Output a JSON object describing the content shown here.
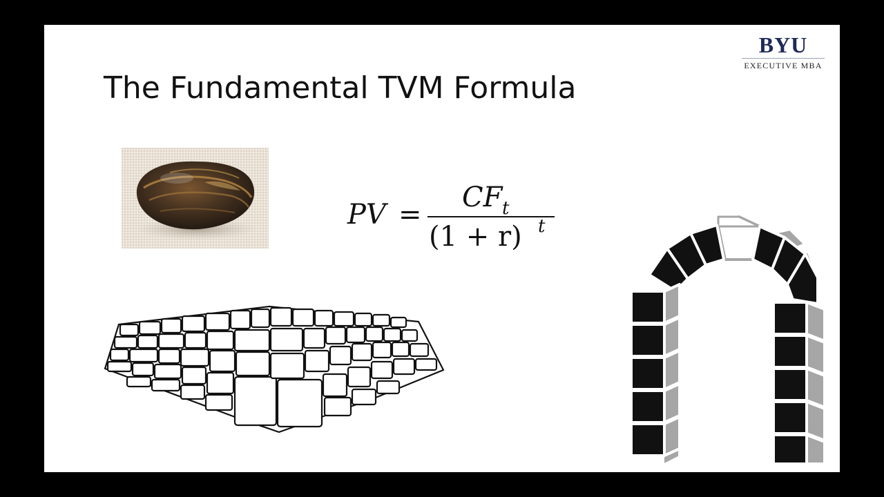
{
  "logo": {
    "name": "BYU",
    "tagline": "EXECUTIVE MBA"
  },
  "slide": {
    "title": "The Fundamental TVM Formula"
  },
  "formula": {
    "lhs": "PV",
    "equals": "=",
    "numerator_main": "CF",
    "numerator_subscript": "t",
    "denominator_main": "(1 + r)",
    "denominator_exponent": "t"
  },
  "images": {
    "stone": "polished-stone-photo",
    "wall": "stone-wall-corner-drawing",
    "arch": "stone-arch-diagram"
  },
  "colors": {
    "background": "#000000",
    "slide": "#ffffff",
    "logo_navy": "#1f2a5a",
    "arch_dark": "#111111",
    "arch_gray": "#a6a6a6"
  }
}
